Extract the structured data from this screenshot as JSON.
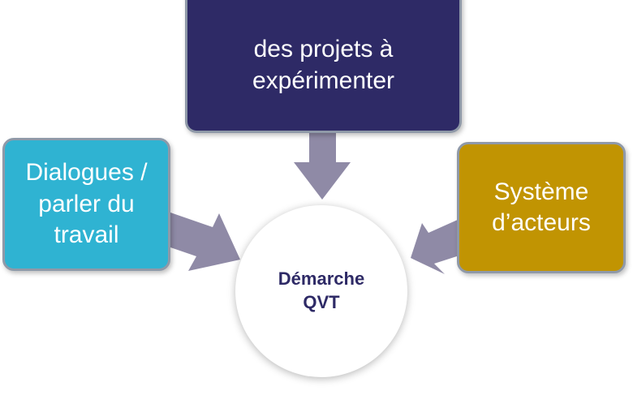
{
  "diagram": {
    "top_box": {
      "label": "des projets à\nexpérimenter",
      "color": "#2e2a66"
    },
    "left_box": {
      "label": "Dialogues /\nparler du\ntravail",
      "color": "#2fb3d2"
    },
    "right_box": {
      "label": "Système\nd’acteurs",
      "color": "#c19402"
    },
    "center": {
      "label": "Démarche\nQVT",
      "color": "#2e2a66"
    },
    "arrow_color": "#8f8aa6"
  }
}
